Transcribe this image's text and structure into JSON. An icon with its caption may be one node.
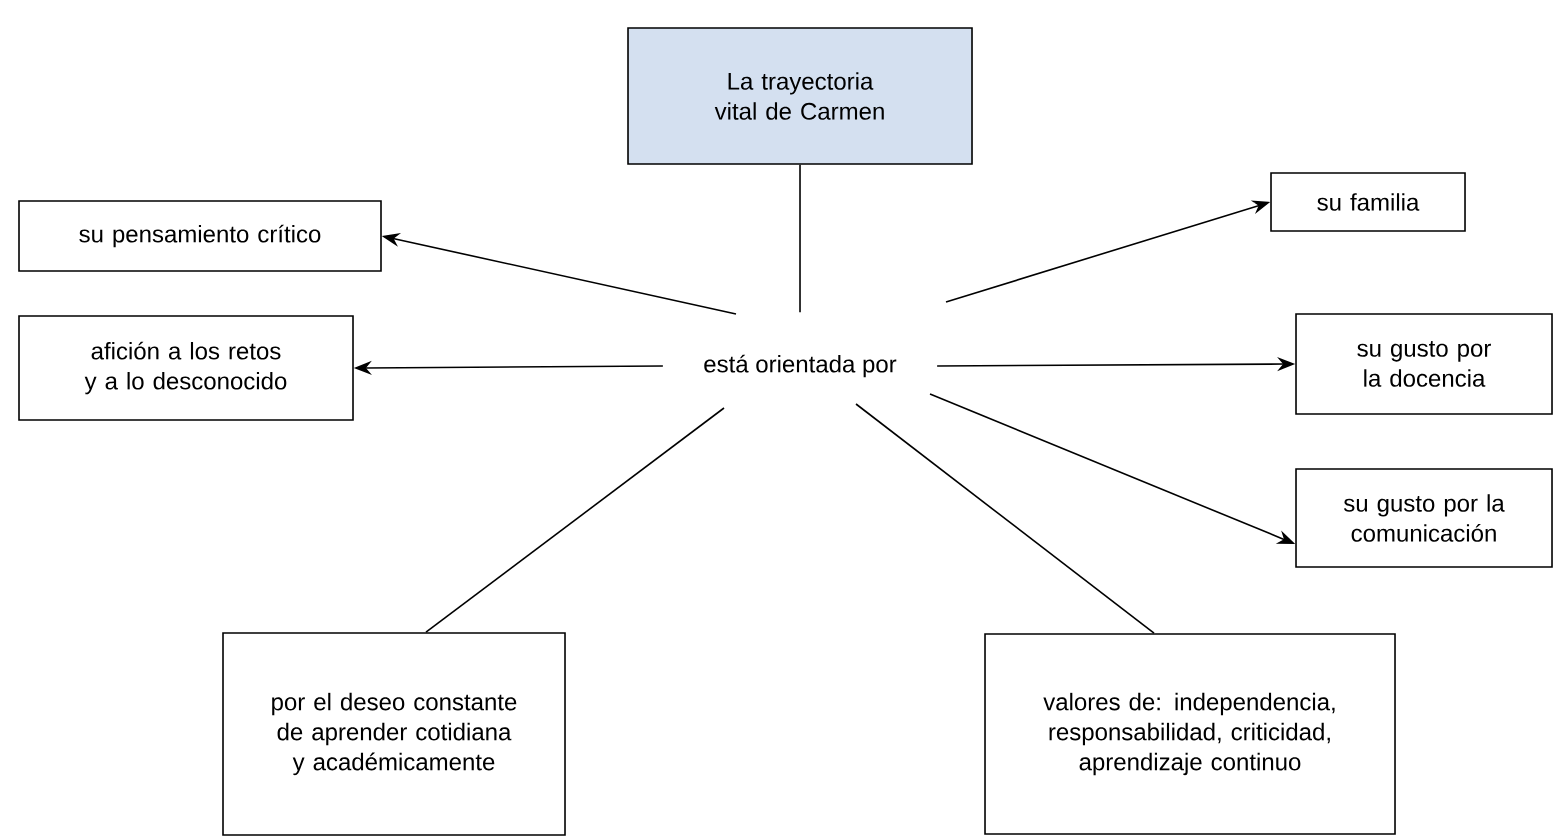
{
  "diagram": {
    "nodes": [
      {
        "text": [
          "La trayectoria vital de Carmen"
        ]
      },
      {
        "text": [
          "está orientada por"
        ]
      },
      {
        "text": [
          "su pensamiento crítico"
        ]
      },
      {
        "text": [
          "afición a los retos y a lo desconocido"
        ]
      },
      {
        "text": [
          "su familia"
        ]
      },
      {
        "text": [
          "su gusto por la docencia"
        ]
      },
      {
        "text": [
          "su gusto por la comunicación"
        ]
      },
      {
        "text": [
          "por el deseo constante de aprender cotidiana y académicamente"
        ]
      },
      {
        "text": [
          "valores de: independencia, responsabilidad, criticidad, aprendizaje continuo"
        ]
      }
    ],
    "edges": [
      {
        "from": 0,
        "to": 1,
        "arrow": "none"
      },
      {
        "from": 1,
        "to": 2,
        "arrow": "to"
      },
      {
        "from": 1,
        "to": 3,
        "arrow": "to"
      },
      {
        "from": 1,
        "to": 4,
        "arrow": "to"
      },
      {
        "from": 1,
        "to": 5,
        "arrow": "to"
      },
      {
        "from": 1,
        "to": 6,
        "arrow": "to"
      },
      {
        "from": 1,
        "to": 7,
        "arrow": "none"
      },
      {
        "from": 1,
        "to": 8,
        "arrow": "none"
      }
    ]
  }
}
